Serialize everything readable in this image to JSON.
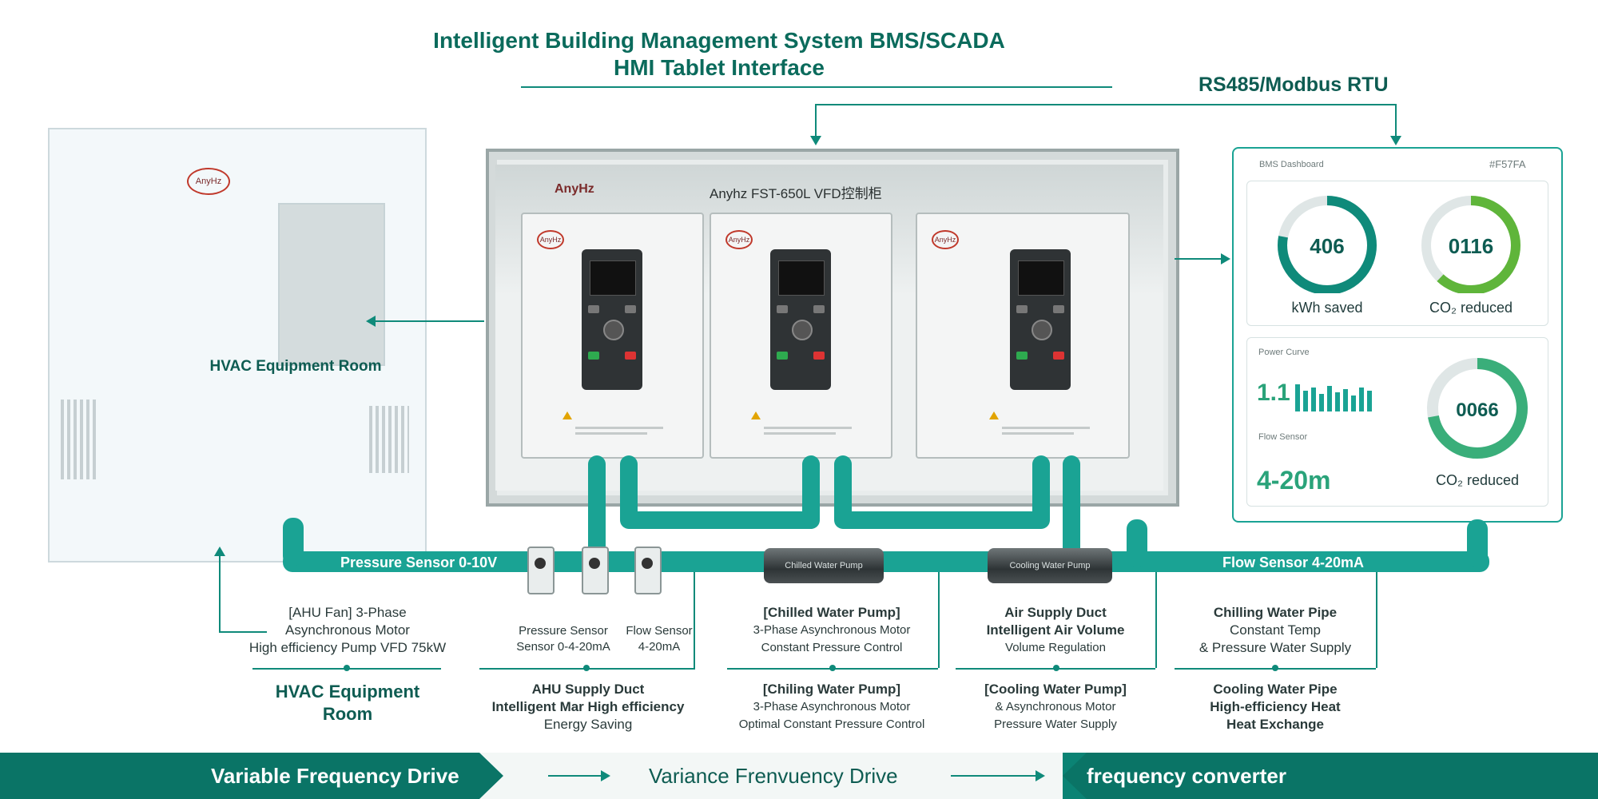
{
  "header": {
    "title_line1": "Intelligent Building Management System BMS/SCADA",
    "title_line2": "HMI Tablet Interface",
    "protocol": "RS485/Modbus RTU"
  },
  "cabinet": {
    "title": "Anyhz FST-650L VFD控制柜",
    "brand": "AnyHz",
    "units": [
      {
        "brand": "AnyHz"
      },
      {
        "brand": "AnyHz"
      },
      {
        "brand": "AnyHz"
      }
    ]
  },
  "room": {
    "label": "HVAC Equipment Room",
    "brand": "AnyHz"
  },
  "tablet": {
    "header_left": "BMS Dashboard",
    "header_right": "#F57FA",
    "gauges": [
      {
        "value": "406",
        "caption": "kWh saved",
        "level": 0.78,
        "color": "#0f8a7a"
      },
      {
        "value": "0116",
        "caption": "CO₂ reduced",
        "level": 0.62,
        "color": "#5fb53a"
      }
    ],
    "trend1_label": "Power Curve",
    "trend1_value": "1.1",
    "trend2_label": "Flow Sensor",
    "trend2_value": "4-20m",
    "gauge3": {
      "value": "0066",
      "caption": "CO₂ reduced",
      "level": 0.72,
      "color": "#3aae7a"
    }
  },
  "pipes": {
    "left_label": "Pressure Sensor 0-10V",
    "right_label": "Flow Sensor 4-20mA",
    "pump1": "Chilled Water Pump",
    "pump2": "Cooling Water Pump"
  },
  "descriptions": {
    "col1": [
      "[AHU Fan] 3-Phase",
      "Asynchronous Motor",
      "High efficiency Pump VFD 75kW"
    ],
    "col1b": [
      "HVAC Equipment",
      "Room"
    ],
    "col2a": [
      "Pressure Sensor",
      "Sensor 0-4-20mA"
    ],
    "col2b": [
      "Flow Sensor",
      "4-20mA"
    ],
    "col2c": [
      "AHU Supply Duct",
      "Intelligent Mar High efficiency",
      "Energy Saving"
    ],
    "col3a": [
      "[Chilled Water Pump]",
      "3-Phase Asynchronous Motor",
      "Constant Pressure Control"
    ],
    "col3b": [
      "[Chiling Water Pump]",
      "3-Phase Asynchronous Motor",
      "Optimal Constant Pressure Control"
    ],
    "col4a": [
      "Air Supply Duct",
      "Intelligent Air Volume",
      "Volume Regulation"
    ],
    "col4b": [
      "[Cooling Water Pump]",
      "& Asynchronous Motor",
      "Pressure Water Supply"
    ],
    "col5a": [
      "Chilling Water Pipe",
      "Constant Temp",
      "& Pressure Water Supply"
    ],
    "col5b": [
      "Cooling Water Pipe",
      "High-efficiency Heat",
      "Heat Exchange"
    ]
  },
  "banner": {
    "left": "Variable Frequency Drive",
    "mid": "Variance Frenvuency Drive",
    "right": "frequency converter"
  }
}
